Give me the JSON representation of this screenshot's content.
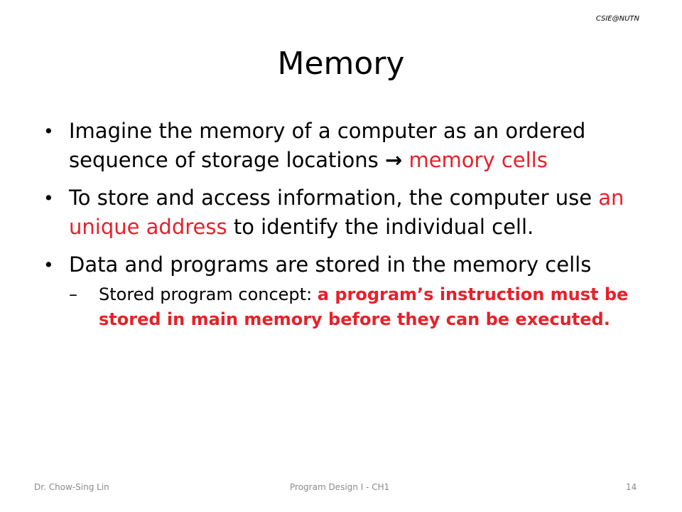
{
  "header": {
    "tag": "CSIE@NUTN"
  },
  "title": "Memory",
  "bullets": [
    {
      "pre": "Imagine the memory of a computer as an ordered sequence of storage locations ",
      "arrow": "→",
      "highlight": " memory cells"
    },
    {
      "pre": "To store and access information, the computer use ",
      "highlight": "an unique address",
      "post": " to identify the individual cell."
    },
    {
      "text": "Data and programs are stored in the memory cells"
    }
  ],
  "sub_bullet": {
    "dash": "–",
    "pre": "Stored program concept: ",
    "highlight": "a program’s instruction must be stored in main memory before they can be executed."
  },
  "footer": {
    "author": "Dr. Chow-Sing Lin",
    "course": "Program Design I - CH1",
    "page": "14"
  }
}
